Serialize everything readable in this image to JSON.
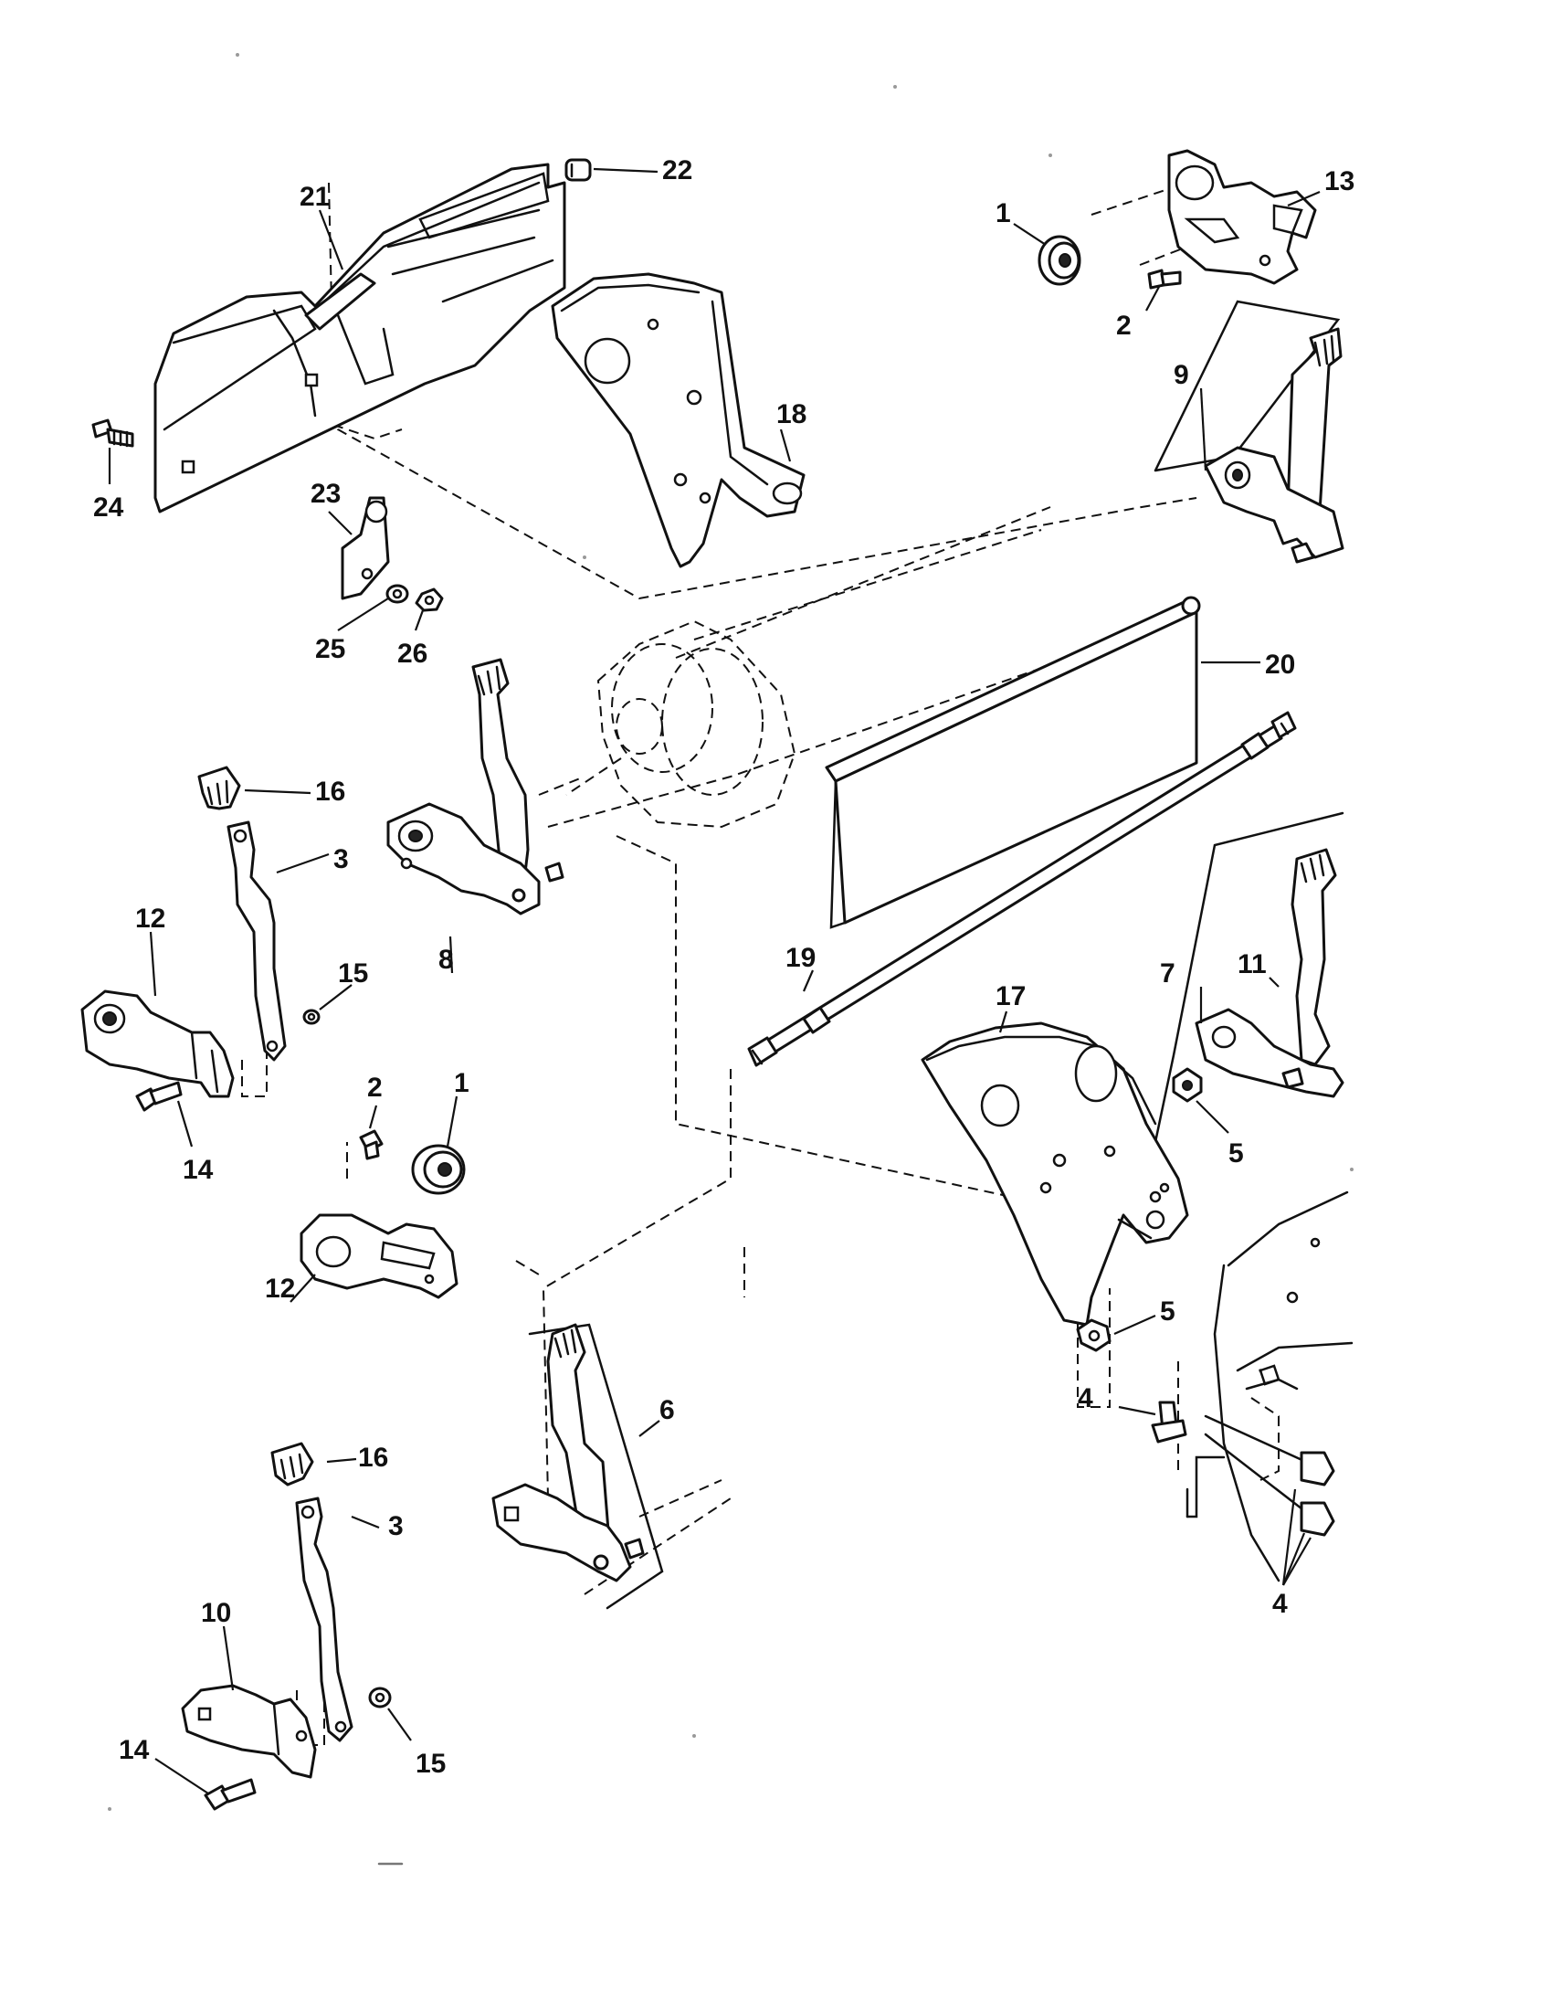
{
  "diagram": {
    "callouts": {
      "c1a": "1",
      "c1b": "1",
      "c2a": "2",
      "c2b": "2",
      "c3a": "3",
      "c3b": "3",
      "c4a": "4",
      "c4b": "4",
      "c5a": "5",
      "c5b": "5",
      "c6": "6",
      "c7": "7",
      "c8": "8",
      "c9": "9",
      "c10": "10",
      "c11": "11",
      "c12a": "12",
      "c12b": "12",
      "c13": "13",
      "c14a": "14",
      "c14b": "14",
      "c15a": "15",
      "c15b": "15",
      "c16a": "16",
      "c16b": "16",
      "c17": "17",
      "c18": "18",
      "c19": "19",
      "c20": "20",
      "c21": "21",
      "c22": "22",
      "c23": "23",
      "c24": "24",
      "c25": "25",
      "c26": "26"
    }
  }
}
